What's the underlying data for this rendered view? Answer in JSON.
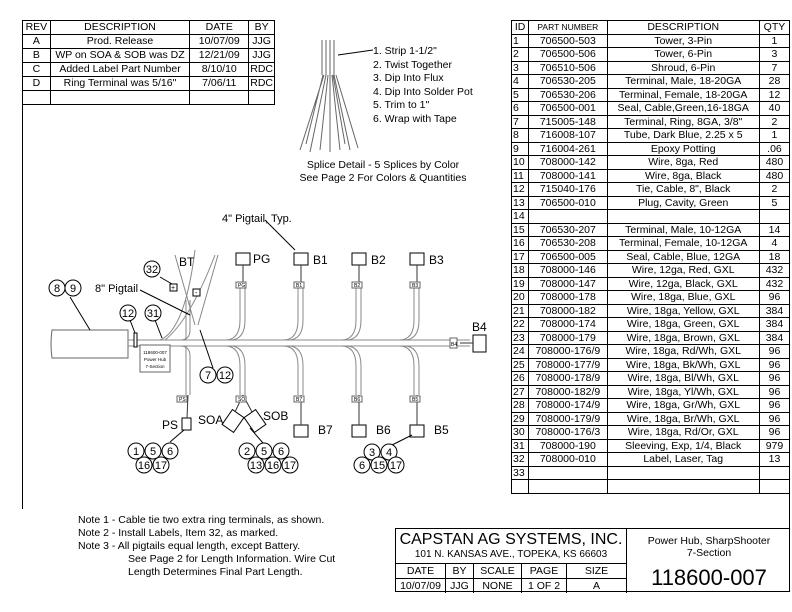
{
  "revisions": {
    "headers": [
      "REV",
      "DESCRIPTION",
      "DATE",
      "BY"
    ],
    "rows": [
      [
        "A",
        "Prod. Release",
        "10/07/09",
        "JJG"
      ],
      [
        "B",
        "WP on SOA & SOB was DZ",
        "12/21/09",
        "JJG"
      ],
      [
        "C",
        "Added Label Part Number",
        "8/10/10",
        "RDC"
      ],
      [
        "D",
        "Ring Terminal was 5/16\"",
        "7/06/11",
        "RDC"
      ],
      [
        "",
        "",
        "",
        ""
      ]
    ]
  },
  "bom": {
    "headers": [
      "ID",
      "PART NUMBER",
      "DESCRIPTION",
      "QTY"
    ],
    "rows": [
      [
        "1",
        "706500-503",
        "Tower, 3-Pin",
        "1"
      ],
      [
        "2",
        "706500-506",
        "Tower, 6-Pin",
        "3"
      ],
      [
        "3",
        "706510-506",
        "Shroud, 6-Pin",
        "7"
      ],
      [
        "4",
        "706530-205",
        "Terminal, Male, 18-20GA",
        "28"
      ],
      [
        "5",
        "706530-206",
        "Terminal, Female, 18-20GA",
        "12"
      ],
      [
        "6",
        "706500-001",
        "Seal, Cable,Green,16-18GA",
        "40"
      ],
      [
        "7",
        "715005-148",
        "Terminal, Ring, 8GA, 3/8\"",
        "2"
      ],
      [
        "8",
        "716008-107",
        "Tube, Dark Blue, 2.25 x 5",
        "1"
      ],
      [
        "9",
        "716004-261",
        "Epoxy Potting",
        ".06"
      ],
      [
        "10",
        "708000-142",
        "Wire, 8ga, Red",
        "480"
      ],
      [
        "11",
        "708000-141",
        "Wire, 8ga, Black",
        "480"
      ],
      [
        "12",
        "715040-176",
        "Tie, Cable, 8\", Black",
        "2"
      ],
      [
        "13",
        "706500-010",
        "Plug, Cavity, Green",
        "5"
      ],
      [
        "14",
        "",
        "",
        ""
      ],
      [
        "15",
        "706530-207",
        "Terminal, Male, 10-12GA",
        "14"
      ],
      [
        "16",
        "706530-208",
        "Terminal, Female, 10-12GA",
        "4"
      ],
      [
        "17",
        "706500-005",
        "Seal, Cable, Blue, 12GA",
        "18"
      ],
      [
        "18",
        "708000-146",
        "Wire, 12ga, Red, GXL",
        "432"
      ],
      [
        "19",
        "708000-147",
        "Wire, 12ga, Black, GXL",
        "432"
      ],
      [
        "20",
        "708000-178",
        "Wire, 18ga, Blue, GXL",
        "96"
      ],
      [
        "21",
        "708000-182",
        "Wire, 18ga, Yellow, GXL",
        "384"
      ],
      [
        "22",
        "708000-174",
        "Wire, 18ga, Green, GXL",
        "384"
      ],
      [
        "23",
        "708000-179",
        "Wire, 18ga, Brown, GXL",
        "384"
      ],
      [
        "24",
        "708000-176/9",
        "Wire, 18ga, Rd/Wh, GXL",
        "96"
      ],
      [
        "25",
        "708000-177/9",
        "Wire, 18ga, Bk/Wh, GXL",
        "96"
      ],
      [
        "26",
        "708000-178/9",
        "Wire, 18ga, Bl/Wh, GXL",
        "96"
      ],
      [
        "27",
        "708000-182/9",
        "Wire, 18ga, Yl/Wh, GXL",
        "96"
      ],
      [
        "28",
        "708000-174/9",
        "Wire, 18ga, Gr/Wh, GXL",
        "96"
      ],
      [
        "29",
        "708000-179/9",
        "Wire, 18ga, Br/Wh, GXL",
        "96"
      ],
      [
        "30",
        "708000-176/3",
        "Wire, 18ga, Rd/Or, GXL",
        "96"
      ],
      [
        "31",
        "708000-190",
        "Sleeving, Exp, 1/4, Black",
        "979"
      ],
      [
        "32",
        "708000-010",
        "Label, Laser, Tag",
        "13"
      ],
      [
        "33",
        "",
        "",
        ""
      ],
      [
        "",
        "",
        "",
        ""
      ]
    ]
  },
  "splice": {
    "steps": [
      "1. Strip 1-1/2\"",
      "2. Twist Together",
      "3. Dip Into Flux",
      "4. Dip Into Solder Pot",
      "5. Trim to 1\"",
      "6. Wrap with Tape"
    ],
    "caption1": "Splice Detail - 5 Splices by Color",
    "caption2": "See Page 2 For Colors & Quantities"
  },
  "diagram": {
    "pigtail4": "4\" Pigtail, Typ.",
    "pigtail8": "8\" Pigtail",
    "label_lines": [
      "118600-007",
      "Power Hub",
      "7-Section"
    ],
    "connectors": {
      "bt": "BT",
      "pg": "PG",
      "b1": "B1",
      "b2": "B2",
      "b3": "B3",
      "b4": "B4",
      "b5": "B5",
      "b6": "B6",
      "b7": "B7",
      "soa": "SOA",
      "sob": "SOB",
      "ps": "PS"
    },
    "tags": {
      "pg": "PG",
      "b1": "B1",
      "b2": "B2",
      "b3": "B3",
      "b4": "B4",
      "b5": "B5",
      "b6": "B6",
      "b7": "B7",
      "so": "SO",
      "ps": "PS"
    },
    "bt_plus": "+",
    "bt_minus": "-",
    "callouts": {
      "tube": [
        "8",
        "9"
      ],
      "label": [
        "32"
      ],
      "tie": [
        "12"
      ],
      "sleeve": [
        "31"
      ],
      "ring": [
        "7",
        "12"
      ],
      "ps": [
        "1",
        "5",
        "6",
        "16",
        "17"
      ],
      "so": [
        "2",
        "5",
        "6",
        "13",
        "16",
        "17"
      ],
      "b5": [
        "3",
        "4",
        "6",
        "15",
        "17"
      ]
    }
  },
  "notes": [
    "Note 1 - Cable tie two extra ring terminals, as shown.",
    "Note 2 - Install Labels, Item 32, as marked.",
    "Note 3 - All pigtails equal length, except Battery.",
    "See Page 2 for Length Information.  Wire Cut",
    "Length Determines Final Part Length."
  ],
  "title_block": {
    "company": "CAPSTAN AG SYSTEMS, INC.",
    "address": "101 N. KANSAS AVE., TOPEKA, KS 66603",
    "title1": "Power Hub, SharpShooter",
    "title2": "7-Section",
    "part_number": "118600-007",
    "fields": [
      {
        "label": "DATE",
        "value": "10/07/09"
      },
      {
        "label": "BY",
        "value": "JJG"
      },
      {
        "label": "SCALE",
        "value": "NONE"
      },
      {
        "label": "PAGE",
        "value": "1 OF 2"
      },
      {
        "label": "SIZE",
        "value": "A"
      }
    ]
  }
}
